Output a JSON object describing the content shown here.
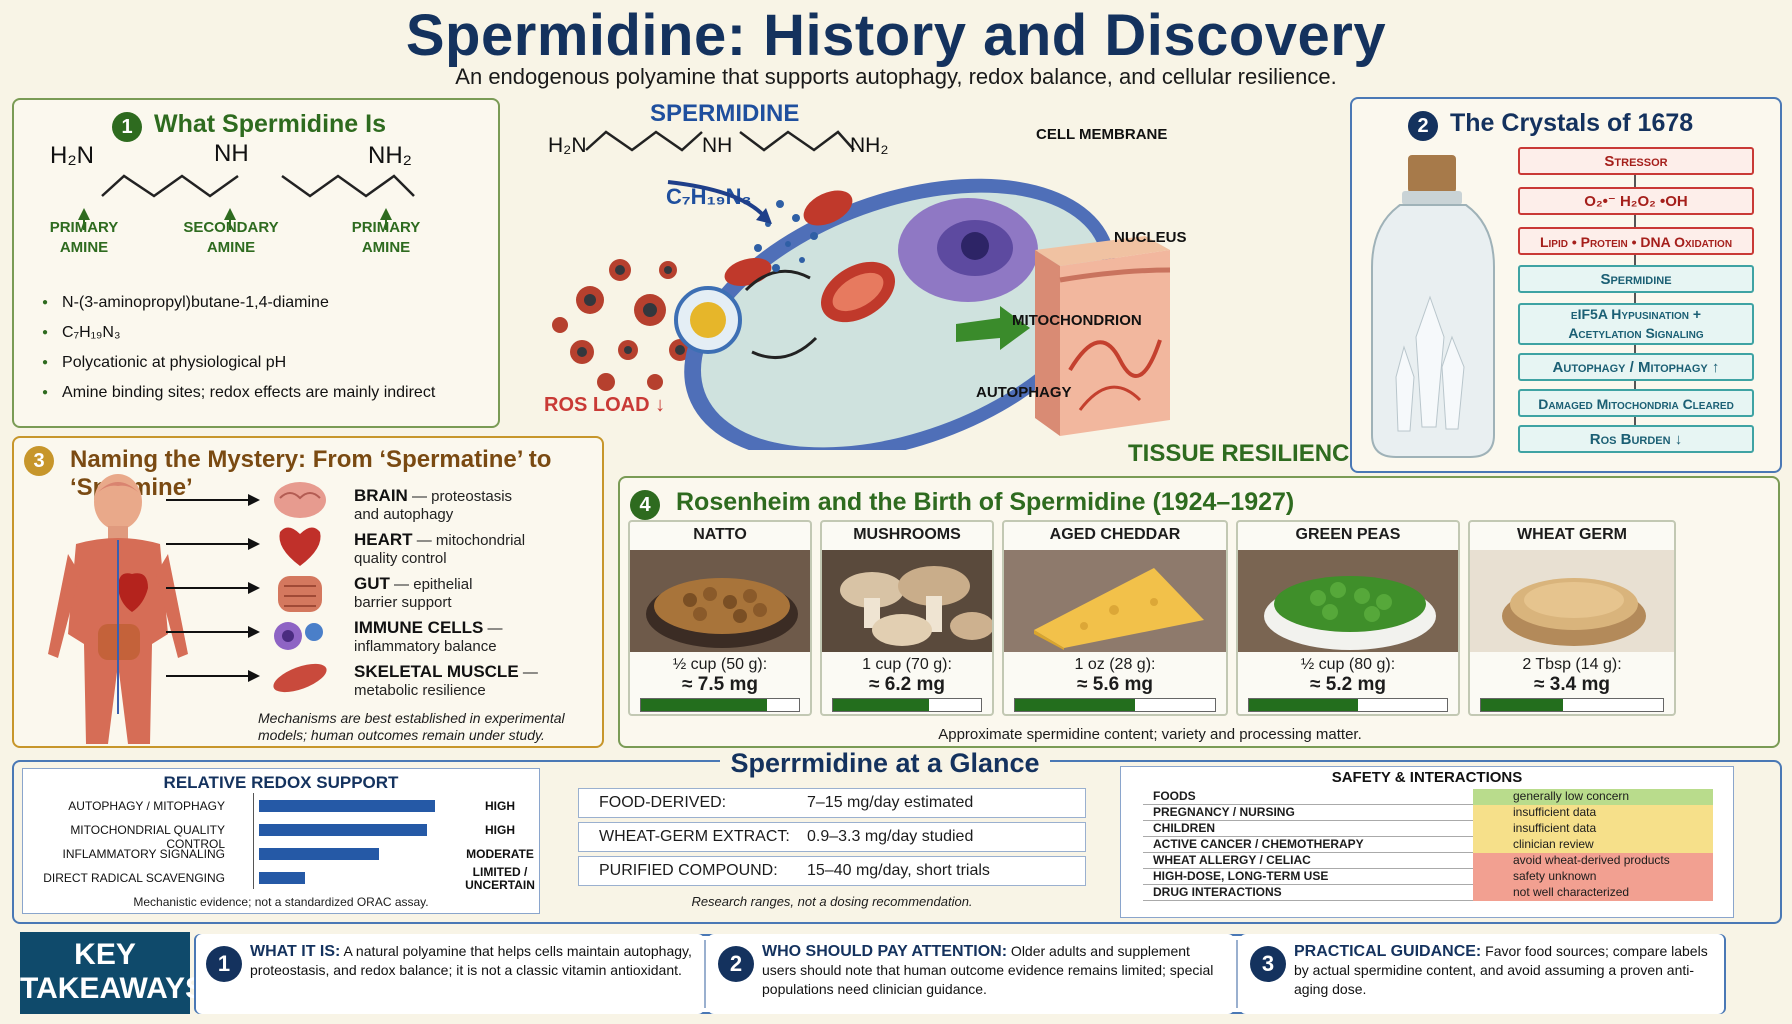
{
  "header": {
    "title": "Spermidine: History and Discovery",
    "subtitle": "An endogenous polyamine that supports autophagy, redox balance, and cellular resilience."
  },
  "panel1": {
    "number": "1",
    "title": "What Spermidine Is",
    "chem_left": "H₂N",
    "chem_mid": "NH",
    "chem_right": "NH₂",
    "amine_left": "PRIMARY\nAMINE",
    "amine_mid": "SECONDARY\nAMINE",
    "amine_right": "PRIMARY\nAMINE",
    "bullets": [
      "N-(3-aminopropyl)butane-1,4-diamine",
      "C₇H₁₉N₃",
      "Polycationic at physiological pH",
      "Amine binding sites; redox effects are mainly indirect"
    ]
  },
  "center": {
    "label": "SPERMIDINE",
    "chem_left": "H₂N",
    "chem_mid": "NH",
    "chem_right": "NH₂",
    "formula": "C₇H₁₉N₃",
    "cell_membrane": "CELL MEMBRANE",
    "nucleus": "NUCLEUS",
    "mitochondrion": "MITOCHONDRION",
    "autophagy": "AUTOPHAGY",
    "ros_load": "ROS LOAD ↓",
    "tissue": "TISSUE RESILIENCE"
  },
  "panel2": {
    "number": "2",
    "title": "The Crystals of 1678",
    "flow": [
      "Stressor",
      "O₂•⁻    H₂O₂    •OH",
      "Lipid • Protein • DNA Oxidation",
      "Spermidine",
      "eIF5A Hypusination +\nAcetylation Signaling",
      "Autophagy / Mitophagy ↑",
      "Damaged Mitochondria Cleared",
      "Ros Burden ↓"
    ]
  },
  "panel3": {
    "number": "3",
    "title": "Naming the Mystery: From ‘Spermatine’ to ‘Spermine’",
    "organs": [
      {
        "name": "BRAIN",
        "desc_a": " — proteostasis",
        "desc_b": "and autophagy"
      },
      {
        "name": "HEART",
        "desc_a": " — mitochondrial",
        "desc_b": "quality control"
      },
      {
        "name": "GUT",
        "desc_a": " — epithelial",
        "desc_b": "barrier support"
      },
      {
        "name": "IMMUNE CELLS",
        "desc_a": " —",
        "desc_b": "inflammatory balance"
      },
      {
        "name": "SKELETAL MUSCLE",
        "desc_a": " —",
        "desc_b": "metabolic resilience"
      }
    ],
    "note": "Mechanisms are best established in experimental models; human outcomes remain under study."
  },
  "panel4": {
    "number": "4",
    "title": "Rosenheim and the Birth of  Spermidine (1924–1927)",
    "foods": [
      {
        "name": "NATTO",
        "serving": "½ cup (50 g):",
        "amount": "≈ 7.5 mg",
        "level": 0.8
      },
      {
        "name": "MUSHROOMS",
        "serving": "1 cup (70 g):",
        "amount": "≈ 6.2 mg",
        "level": 0.65
      },
      {
        "name": "AGED CHEDDAR",
        "serving": "1 oz (28 g):",
        "amount": "≈ 5.6 mg",
        "level": 0.6
      },
      {
        "name": "GREEN PEAS",
        "serving": "½ cup (80 g):",
        "amount": "≈ 5.2 mg",
        "level": 0.55
      },
      {
        "name": "WHEAT GERM",
        "serving": "2 Tbsp (14 g):",
        "amount": "≈ 3.4 mg",
        "level": 0.45
      }
    ],
    "footnote": "Approximate spermidine content; variety and processing matter."
  },
  "redox": {
    "title": "RELATIVE REDOX SUPPORT",
    "rows": [
      {
        "label": "AUTOPHAGY / MITOPHAGY",
        "value": "HIGH",
        "level": 0.88
      },
      {
        "label": "MITOCHONDRIAL QUALITY CONTROL",
        "value": "HIGH",
        "level": 0.84
      },
      {
        "label": "INFLAMMATORY SIGNALING",
        "value": "MODERATE",
        "level": 0.6
      },
      {
        "label": "DIRECT RADICAL SCAVENGING",
        "value": "LIMITED /\nUNCERTAIN",
        "level": 0.23
      }
    ],
    "note": "Mechanistic evidence; not a standardized ORAC assay."
  },
  "glance": {
    "title": "Sperrmidine at a Glance",
    "rows": [
      {
        "key": "FOOD-DERIVED:",
        "value": "7–15 mg/day estimated"
      },
      {
        "key": "WHEAT-GERM EXTRACT:",
        "value": "0.9–3.3 mg/day studied"
      },
      {
        "key": "PURIFIED COMPOUND:",
        "value": "15–40 mg/day, short trials"
      }
    ],
    "note": "Research ranges, not a dosing recommendation."
  },
  "safety": {
    "title": "SAFETY & INTERACTIONS",
    "rows": [
      {
        "key": "FOODS",
        "value": "generally low concern",
        "color": "#b9dc8c"
      },
      {
        "key": "PREGNANCY / NURSING",
        "value": "insufficient data",
        "color": "#f6e08a"
      },
      {
        "key": "CHILDREN",
        "value": "insufficient data",
        "color": "#f6e08a"
      },
      {
        "key": "ACTIVE CANCER / CHEMOTHERAPY",
        "value": "clinician review",
        "color": "#f6e08a"
      },
      {
        "key": "WHEAT ALLERGY / CELIAC",
        "value": "avoid wheat-derived products",
        "color": "#f2a091"
      },
      {
        "key": "HIGH-DOSE, LONG-TERM USE",
        "value": "safety unknown",
        "color": "#f2a091"
      },
      {
        "key": "DRUG INTERACTIONS",
        "value": "not well characterized",
        "color": "#f2a091"
      }
    ]
  },
  "takeaways": {
    "label_a": "KEY",
    "label_b": "TAKEAWAYS",
    "items": [
      {
        "num": "1",
        "head": "WHAT IT IS:",
        "text": " A natural polyamine that helps cells maintain autophagy, proteostasis, and redox balance; it is not a classic vitamin antioxidant."
      },
      {
        "num": "2",
        "head": "WHO SHOULD PAY ATTENTION:",
        "text": " Older adults and supplement users should note that human outcome evidence remains limited; special populations need clinician guidance."
      },
      {
        "num": "3",
        "head": "PRACTICAL GUIDANCE:",
        "text": " Favor food sources; compare labels by actual spermidine content, and avoid assuming a proven anti-aging dose."
      }
    ]
  },
  "colors": {
    "navy": "#14325e",
    "green": "#2e6b1f",
    "red": "#c93a36",
    "bar": "#236e1d"
  }
}
